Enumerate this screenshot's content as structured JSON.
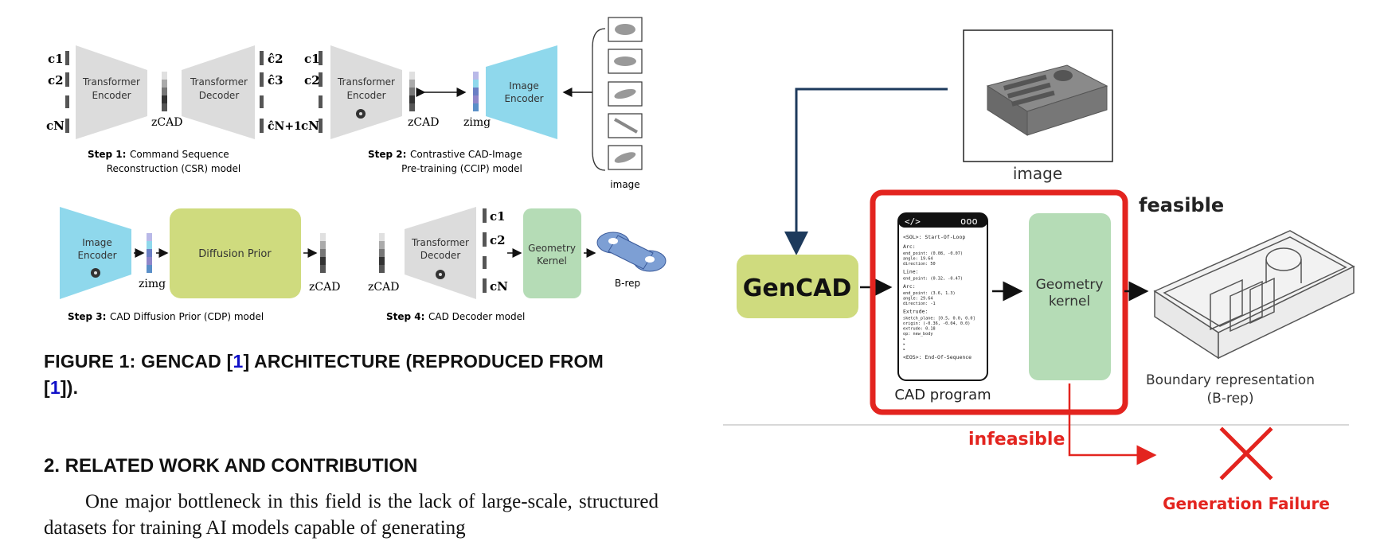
{
  "figure1": {
    "step1_enc": [
      "Transformer",
      "Encoder"
    ],
    "step1_dec": [
      "Transformer",
      "Decoder"
    ],
    "c1": "c1",
    "c2": "c2",
    "cN": "cN",
    "chat2": "ĉ2",
    "chat3": "ĉ3",
    "chatN1": "ĉN+1",
    "zcad": "zCAD",
    "zimg": "zimg",
    "step1_bold": "Step 1:",
    "step1_line1": "Command Sequence",
    "step1_line2": "Reconstruction (CSR) model",
    "step2_enc": [
      "Transformer",
      "Encoder"
    ],
    "step2_img_enc": [
      "Image",
      "Encoder"
    ],
    "image_label": "image",
    "step2_bold": "Step 2:",
    "step2_line1": "Contrastive CAD-Image",
    "step2_line2": "Pre-training (CCIP) model",
    "step3_img_enc": [
      "Image",
      "Encoder"
    ],
    "diffusion_prior": "Diffusion Prior",
    "step3_bold": "Step 3:",
    "step3_line": "CAD Diffusion Prior (CDP) model",
    "step4_dec": [
      "Transformer",
      "Decoder"
    ],
    "geometry_kernel": [
      "Geometry",
      "Kernel"
    ],
    "brep": "B-rep",
    "step4_bold": "Step 4:",
    "step4_line": "CAD Decoder model"
  },
  "caption": {
    "prefix": "FIGURE 1:  GENCAD [",
    "ref1": "1",
    "middle": "] ARCHITECTURE (REPRODUCED FROM",
    "prefix2": "[",
    "ref2": "1",
    "suffix": "])."
  },
  "section": {
    "heading": "2. RELATED WORK AND CONTRIBUTION"
  },
  "body": {
    "paragraph": "One major bottleneck in this field is the lack of large-scale, structured datasets for training AI models capable of generating"
  },
  "figure2": {
    "image_label": "image",
    "gencad": "GenCAD",
    "feasible": "feasible",
    "infeasible": "infeasible",
    "cad_program": "CAD program",
    "geometry_kernel": [
      "Geometry",
      "kernel"
    ],
    "brep_label": [
      "Boundary representation",
      "(B-rep)"
    ],
    "generation_failure": "Generation Failure",
    "code_tag": "</>",
    "code_dots": "ooo",
    "code_lines": [
      "<SOL>: Start-Of-Loop",
      "Arc:",
      " end_point: (0.08, -0.07)",
      " angle: 19.64",
      " direction: 50",
      "Line:",
      " end_point: (0.32, -0.47)",
      "Arc:",
      " end_point: (3.6, 1.3)",
      " angle: 29.64",
      " direction: -1",
      "Extrude:",
      " sketch_plane: [0.5, 0.0, 0.0]",
      " origin: (-0.36, -0.04, 0.0)",
      " extrude: 0.18",
      " op: new_body",
      "▸",
      "▸",
      "▸",
      "<EOS>: End-Of-Sequence"
    ]
  },
  "colors": {
    "red": "#e3241f",
    "gencad_green": "#cfdb7e",
    "kernel_green": "#b5dcb6",
    "encoder_blue": "#8fd8ec",
    "transformer_grey": "#dcdcdc",
    "arrow_navy": "#1d3a5c"
  }
}
